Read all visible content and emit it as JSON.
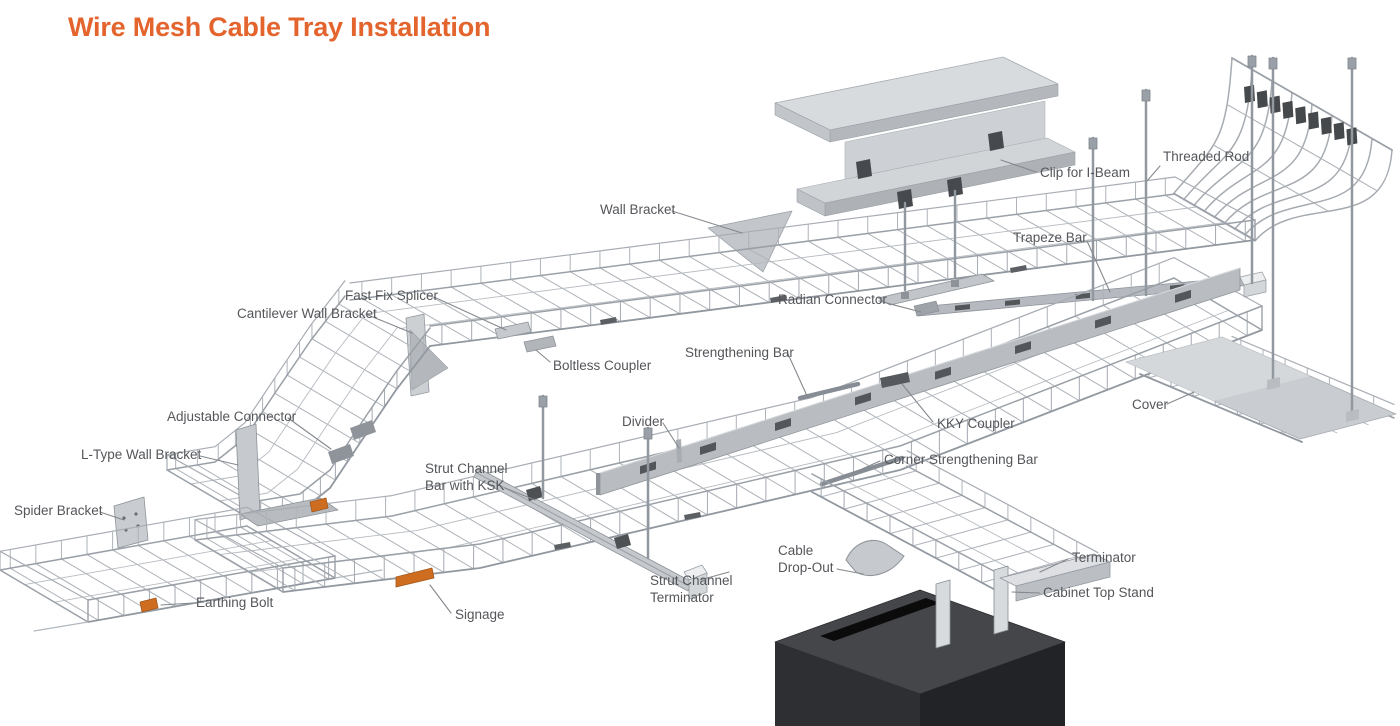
{
  "title": "Wire Mesh Cable Tray Installation",
  "colors": {
    "title_orange": "#E4642E",
    "label_text": "#54565A",
    "accent_orange": "#CE6D20",
    "cabinet_dark": "#2E2F32",
    "metal_gray": "#C5C8CC"
  },
  "labels": [
    {
      "id": "wall-bracket",
      "text": "Wall Bracket"
    },
    {
      "id": "clip-for-i-beam",
      "text": "Clip for I-Beam"
    },
    {
      "id": "threaded-rod",
      "text": "Threaded Rod"
    },
    {
      "id": "trapeze-bar",
      "text": "Trapeze Bar"
    },
    {
      "id": "fast-fix-splicer",
      "text": "Fast Fix Splicer"
    },
    {
      "id": "cantilever-wall-bracket",
      "text": "Cantilever Wall Bracket"
    },
    {
      "id": "boltless-coupler",
      "text": "Boltless Coupler"
    },
    {
      "id": "adjustable-connector",
      "text": "Adjustable Connector"
    },
    {
      "id": "l-type-wall-bracket",
      "text": "L-Type Wall Bracket"
    },
    {
      "id": "spider-bracket",
      "text": "Spider Bracket"
    },
    {
      "id": "earthing-bolt",
      "text": "Earthing Bolt"
    },
    {
      "id": "signage",
      "text": "Signage"
    },
    {
      "id": "strut-channel-bar-with-ksk",
      "text": "Strut Channel\nBar with KSK"
    },
    {
      "id": "strut-channel-terminator",
      "text": "Strut Channel\nTerminator"
    },
    {
      "id": "divider",
      "text": "Divider"
    },
    {
      "id": "kky-coupler",
      "text": "KKY Coupler"
    },
    {
      "id": "corner-strengthening-bar",
      "text": "Corner Strengthening Bar"
    },
    {
      "id": "cable-drop-out",
      "text": "Cable\nDrop-Out"
    },
    {
      "id": "terminator",
      "text": "Terminator"
    },
    {
      "id": "cabinet-top-stand",
      "text": "Cabinet Top Stand"
    },
    {
      "id": "cover",
      "text": "Cover"
    },
    {
      "id": "radian-connector",
      "text": "Radian Connector"
    },
    {
      "id": "strengthening-bar",
      "text": "Strengthening Bar"
    }
  ]
}
